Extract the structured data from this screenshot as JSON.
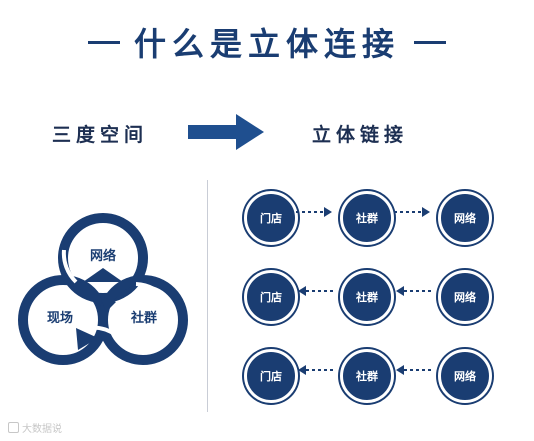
{
  "title": "什么是立体连接",
  "left_label": "三度空间",
  "right_label": "立体链接",
  "trefoil": {
    "top": "网络",
    "left": "现场",
    "right": "社群"
  },
  "rows": [
    {
      "nodes": [
        "门店",
        "社群",
        "网络"
      ],
      "arrows": [
        "right",
        "right"
      ]
    },
    {
      "nodes": [
        "门店",
        "社群",
        "网络"
      ],
      "arrows": [
        "left",
        "left"
      ]
    },
    {
      "nodes": [
        "门店",
        "社群",
        "网络"
      ],
      "arrows": [
        "left",
        "left"
      ]
    }
  ],
  "watermark": "大数据说",
  "colors": {
    "navy": "#1a3d72",
    "dark": "#1d2f52",
    "arrow": "#1f4f8f"
  }
}
